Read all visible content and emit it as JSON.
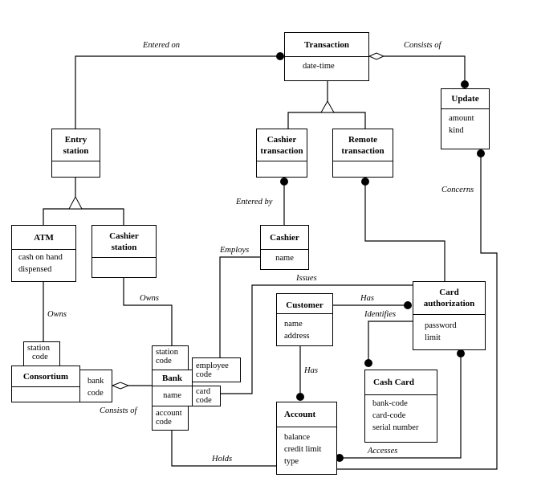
{
  "diagram": {
    "type": "UML class diagram (ATM system)",
    "classes": {
      "transaction": {
        "name": "Transaction",
        "attributes": [
          "date-time"
        ]
      },
      "update": {
        "name": "Update",
        "attributes": [
          "amount",
          "kind"
        ]
      },
      "entry_station": {
        "name_lines": [
          "Entry",
          "station"
        ],
        "attributes": []
      },
      "cashier_transaction": {
        "name_lines": [
          "Cashier",
          "transaction"
        ],
        "attributes": []
      },
      "remote_transaction": {
        "name_lines": [
          "Remote",
          "transaction"
        ],
        "attributes": []
      },
      "atm": {
        "name": "ATM",
        "attributes": [
          "cash on hand",
          "dispensed"
        ]
      },
      "cashier_station": {
        "name_lines": [
          "Cashier",
          "station"
        ],
        "attributes": []
      },
      "cashier": {
        "name": "Cashier",
        "attributes": [
          "name"
        ]
      },
      "customer": {
        "name": "Customer",
        "attributes": [
          "name",
          "address"
        ]
      },
      "card_authorization": {
        "name_lines": [
          "Card",
          "authorization"
        ],
        "attributes": [
          "password",
          "limit"
        ]
      },
      "consortium": {
        "name": "Consortium",
        "attributes": []
      },
      "bank": {
        "name": "Bank",
        "attributes": [
          "name"
        ]
      },
      "cash_card": {
        "name": "Cash Card",
        "attributes": [
          "bank-code",
          "card-code",
          "serial number"
        ]
      },
      "account": {
        "name": "Account",
        "attributes": [
          "balance",
          "credit limit",
          "type"
        ]
      }
    },
    "qualifiers": {
      "consortium_station_code": [
        "station",
        "code"
      ],
      "consortium_bank_code": [
        "bank",
        "code"
      ],
      "bank_station_code": [
        "station",
        "code"
      ],
      "bank_employee_code": [
        "employee",
        "code"
      ],
      "bank_card_code": [
        "card",
        "code"
      ],
      "bank_account_code": [
        "account",
        "code"
      ]
    },
    "associations": {
      "entered_on": "Entered on",
      "consists_of_top": "Consists of",
      "entered_by": "Entered by",
      "concerns": "Concerns",
      "employs": "Employs",
      "owns_left": "Owns",
      "owns_mid": "Owns",
      "issues": "Issues",
      "has_customer_card": "Has",
      "identifies": "Identifies",
      "has_customer_account": "Has",
      "consists_of_bottom": "Consists of",
      "holds": "Holds",
      "accesses": "Accesses"
    }
  }
}
